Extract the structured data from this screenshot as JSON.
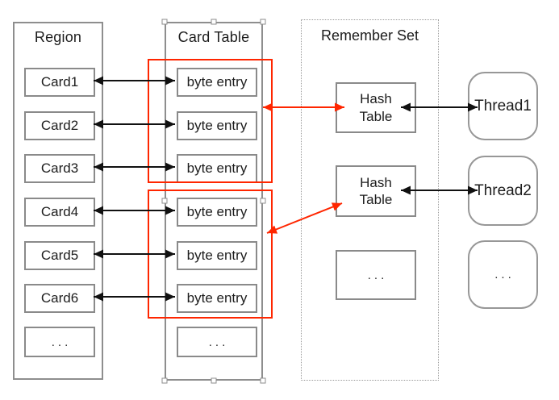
{
  "colors": {
    "accent_red": "#ff2600",
    "shape_border_gray": "#8e8e8e",
    "text": "#1d1d1d"
  },
  "region": {
    "title": "Region",
    "cards": [
      "Card1",
      "Card2",
      "Card3",
      "Card4",
      "Card5",
      "Card6",
      "..."
    ]
  },
  "card_table": {
    "title": "Card Table",
    "entries": [
      "byte entry",
      "byte entry",
      "byte entry",
      "byte entry",
      "byte entry",
      "byte entry",
      "..."
    ],
    "selected": true
  },
  "remember_set": {
    "title": "Remember Set",
    "hash_tables": [
      "Hash\nTable",
      "Hash\nTable"
    ],
    "ellipsis": "..."
  },
  "threads": {
    "items": [
      "Thread1",
      "Thread2",
      "..."
    ]
  },
  "connections": {
    "card_to_byte_entry_rows": [
      "Card1",
      "Card2",
      "Card3",
      "Card4",
      "Card5",
      "Card6"
    ],
    "red_links": [
      "byte-entry group 1 <-> Hash Table 1",
      "byte-entry group 2 <-> Hash Table 2"
    ],
    "thread_links": [
      "Hash Table 1 <-> Thread1",
      "Hash Table 2 <-> Thread2"
    ]
  }
}
